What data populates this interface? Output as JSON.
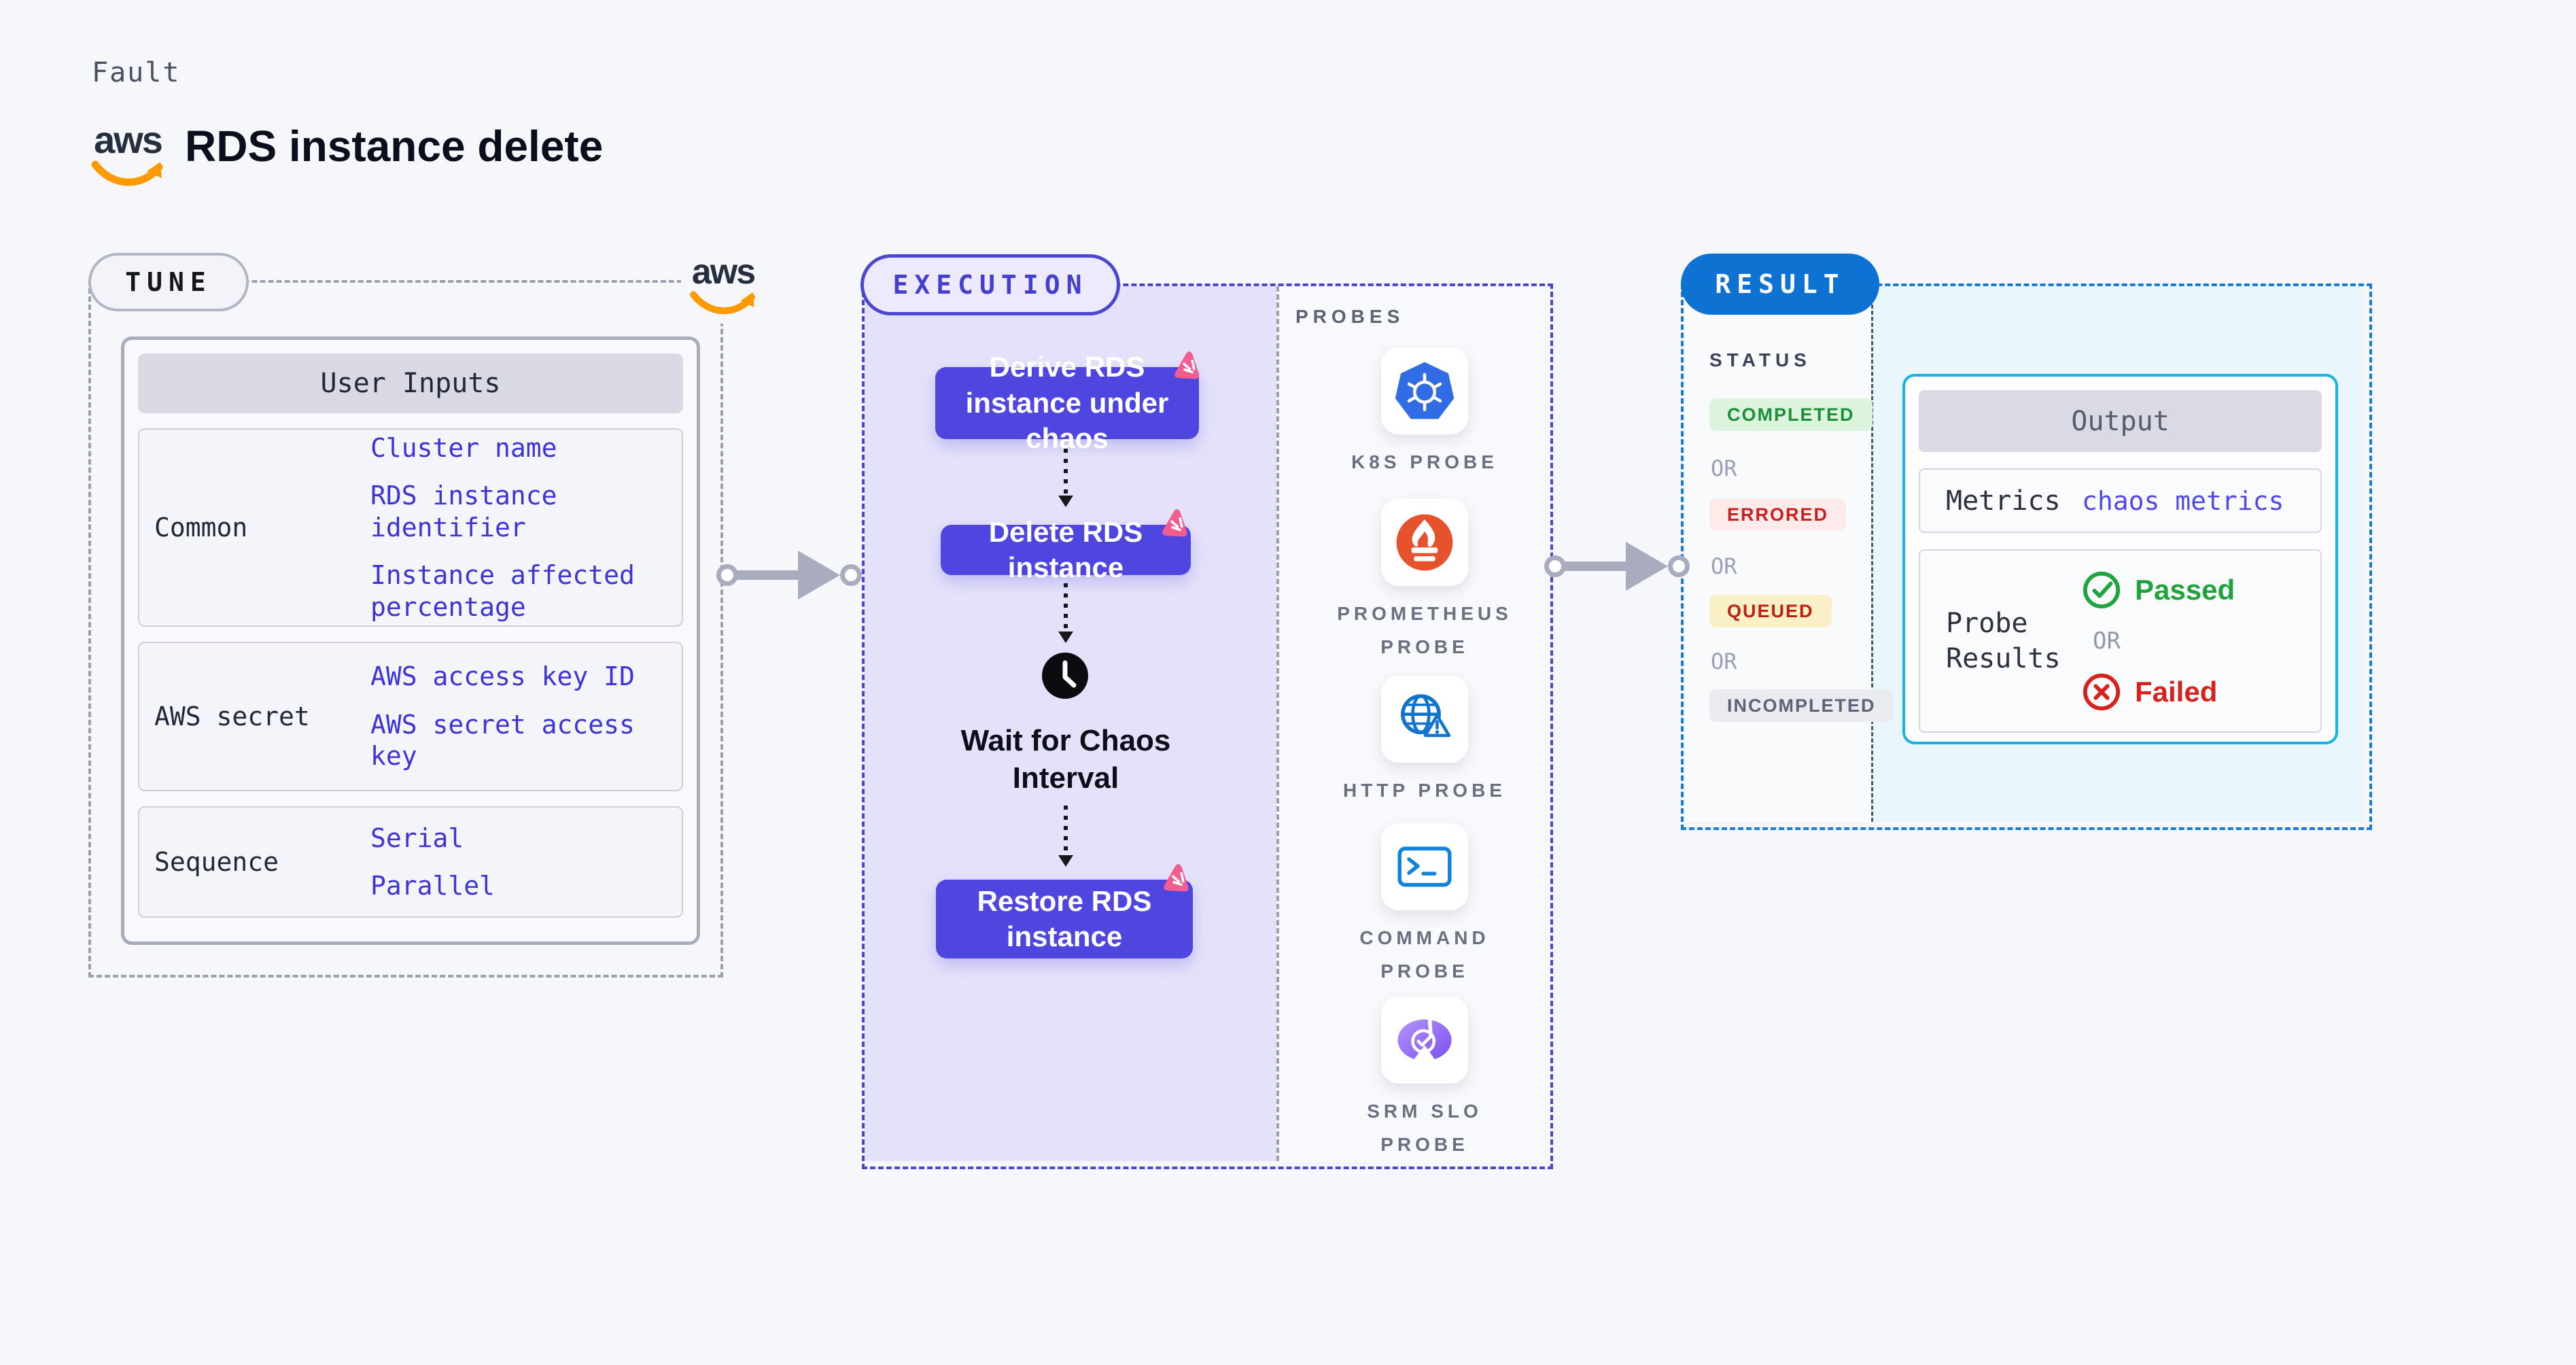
{
  "page": {
    "kicker": "Fault",
    "title": "RDS instance delete"
  },
  "brand": {
    "aws_logo_text": "aws"
  },
  "tune": {
    "pill": "TUNE",
    "table": {
      "header": "User Inputs",
      "rows": [
        {
          "label": "Common",
          "values": [
            "Cluster name",
            "RDS instance identifier",
            "Instance affected percentage"
          ]
        },
        {
          "label": "AWS secret",
          "values": [
            "AWS access key ID",
            "AWS secret access key"
          ]
        },
        {
          "label": "Sequence",
          "values": [
            "Serial",
            "Parallel"
          ]
        }
      ]
    }
  },
  "execution": {
    "pill": "EXECUTION",
    "steps": [
      {
        "label": "Derive RDS instance under chaos"
      },
      {
        "label": "Delete RDS instance"
      },
      {
        "label": "Wait for Chaos Interval"
      },
      {
        "label": "Restore RDS instance"
      }
    ],
    "probes": {
      "heading": "PROBES",
      "items": [
        {
          "label": "K8S PROBE",
          "icon": "kubernetes-icon"
        },
        {
          "label": "PROMETHEUS PROBE",
          "icon": "prometheus-icon"
        },
        {
          "label": "HTTP PROBE",
          "icon": "http-globe-icon"
        },
        {
          "label": "COMMAND PROBE",
          "icon": "terminal-icon"
        },
        {
          "label": "SRM SLO PROBE",
          "icon": "srm-slo-icon"
        }
      ]
    }
  },
  "result": {
    "pill": "RESULT",
    "status": {
      "heading": "STATUS",
      "separator": "OR",
      "badges": [
        {
          "label": "COMPLETED",
          "type": "completed"
        },
        {
          "label": "ERRORED",
          "type": "errored"
        },
        {
          "label": "QUEUED",
          "type": "queued"
        },
        {
          "label": "INCOMPLETED",
          "type": "incompleted"
        }
      ]
    },
    "output": {
      "header": "Output",
      "metrics_label": "Metrics",
      "metrics_value": "chaos metrics",
      "probe_results_label": "Probe Results",
      "passed": "Passed",
      "or": "OR",
      "failed": "Failed"
    }
  },
  "colors": {
    "accent_indigo": "#4f46e0",
    "accent_blue": "#0e72d2",
    "accent_cyan": "#14b4e6",
    "aws_orange": "#ff9900",
    "chaos_pink": "#f25c8f",
    "passed_green": "#1fa33c",
    "failed_red": "#d6221c",
    "exec_bg": "#e4e2fa",
    "output_bg": "#e9f6fc"
  }
}
